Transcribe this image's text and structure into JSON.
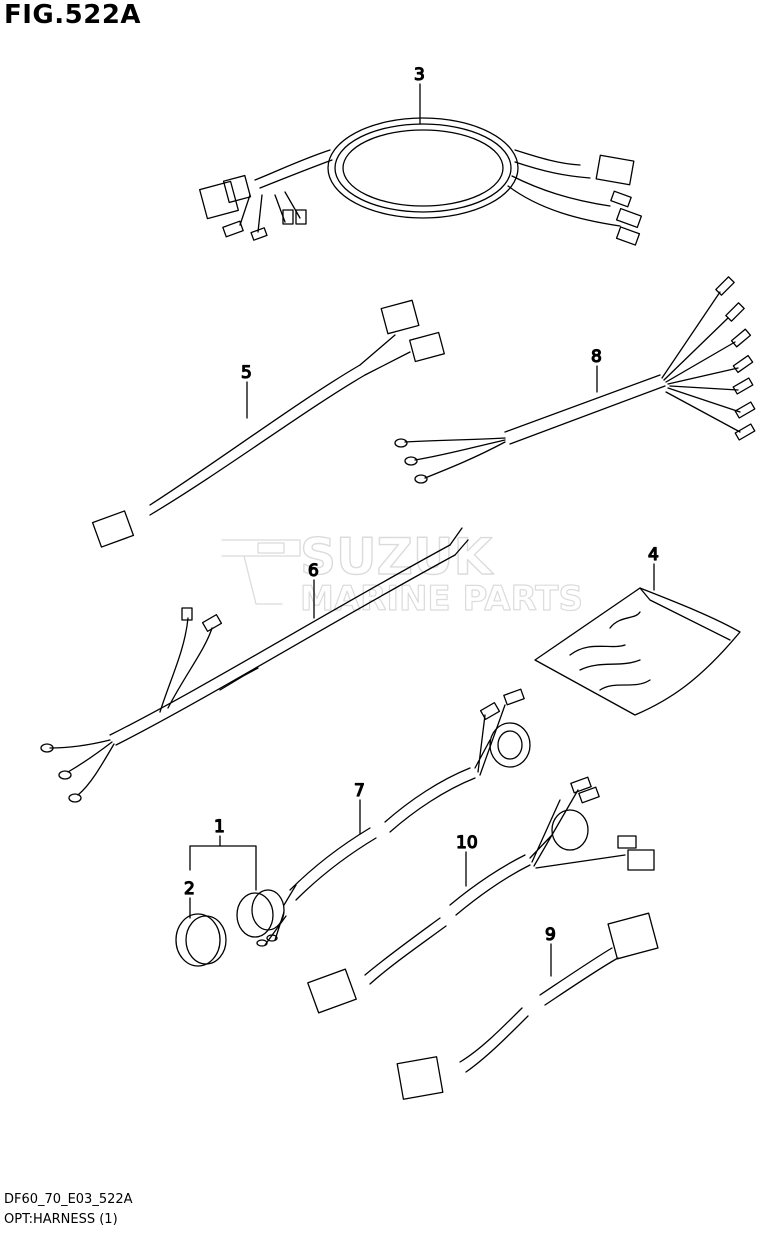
{
  "figure": {
    "title": "FIG.522A"
  },
  "callouts": {
    "c1": "1",
    "c2": "2",
    "c3": "3",
    "c4": "4",
    "c5": "5",
    "c6": "6",
    "c7": "7",
    "c8": "8",
    "c9": "9",
    "c10": "10"
  },
  "watermark": {
    "line1": "SUZUK",
    "line2": "MARINE PARTS"
  },
  "footer": {
    "code": "DF60_70_E03_522A",
    "name": "OPT:HARNESS (1)"
  }
}
